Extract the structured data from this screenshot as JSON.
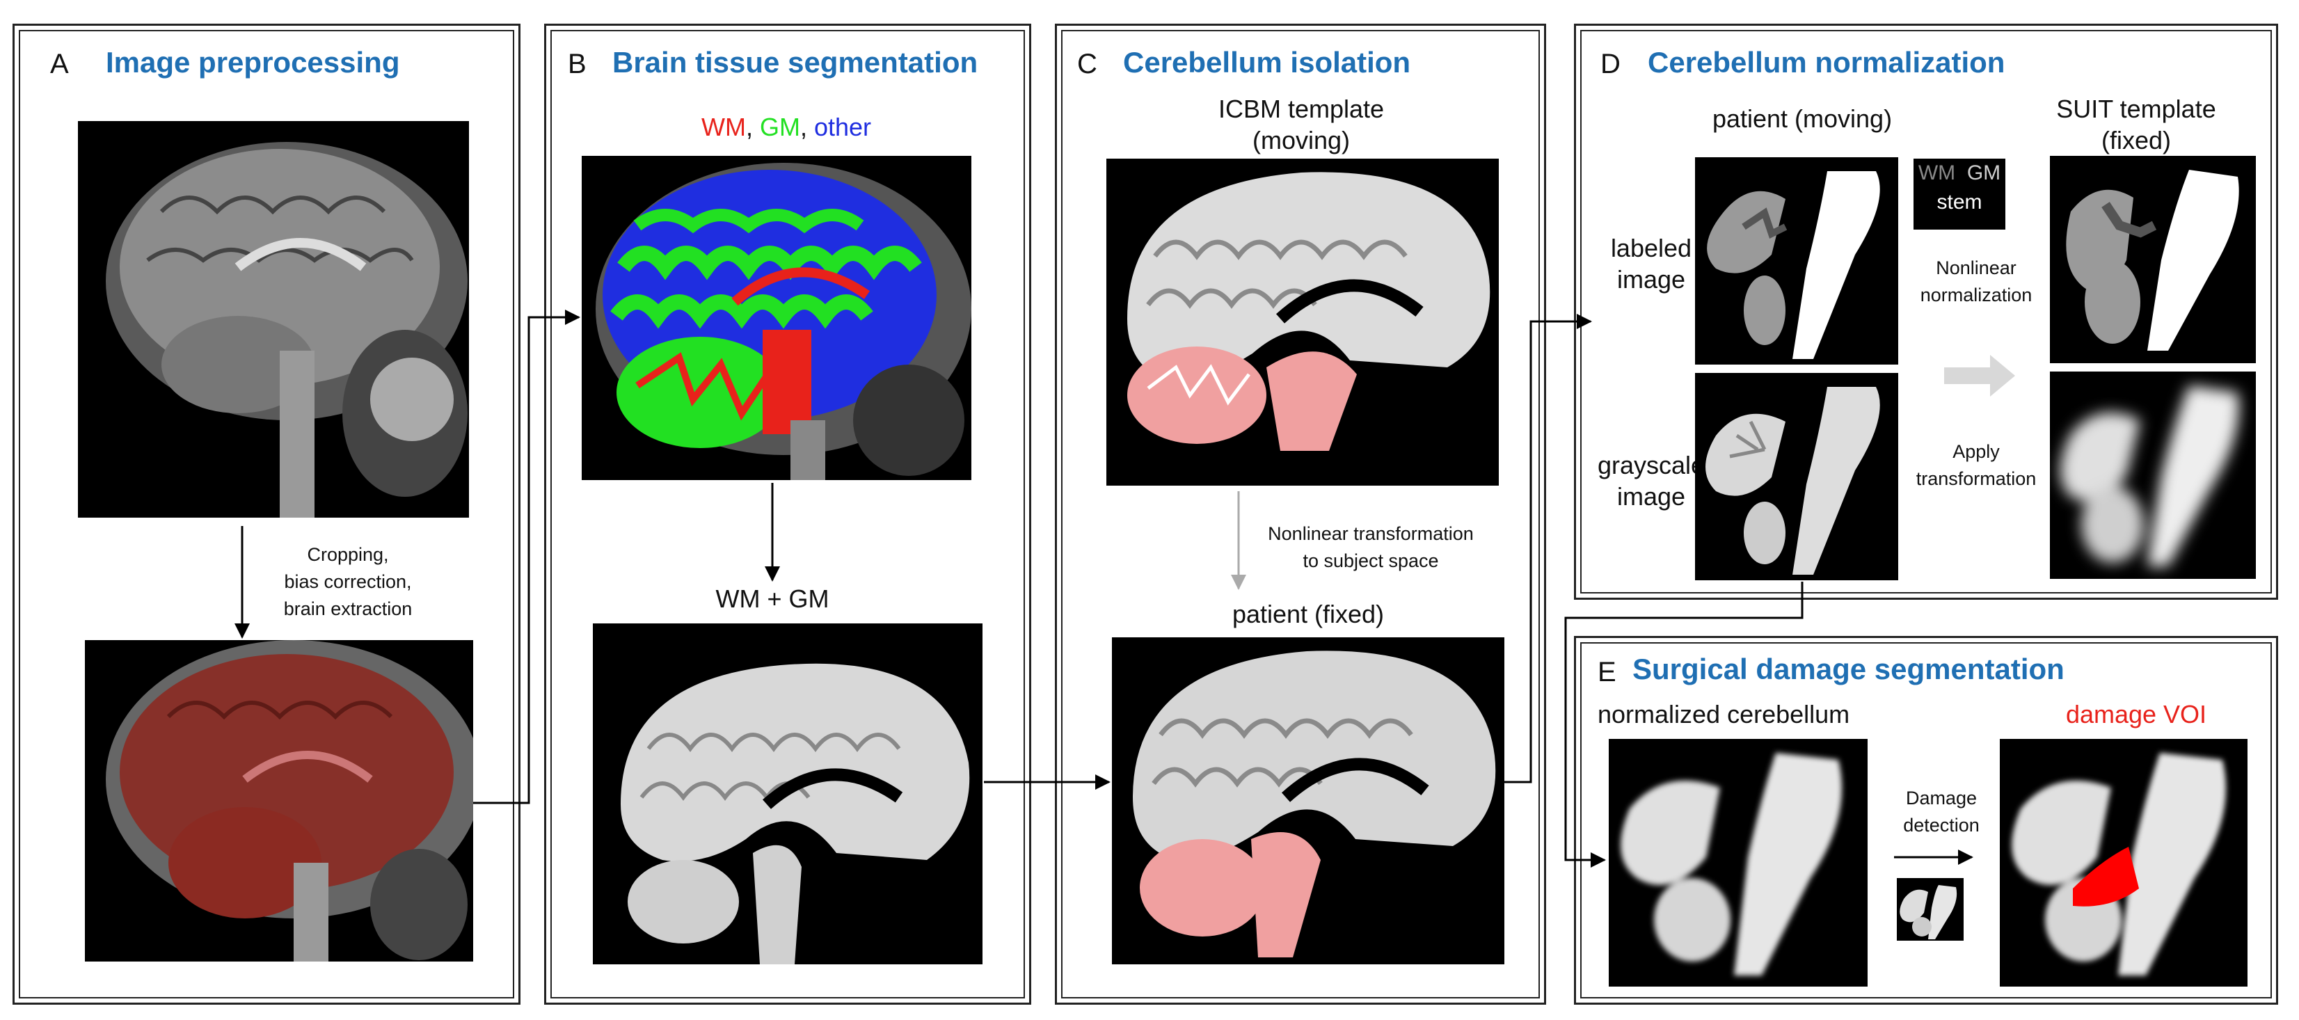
{
  "panel_a": {
    "letter": "A",
    "title": "Image preprocessing",
    "arrow_label": [
      "Cropping,",
      "bias correction,",
      "brain extraction"
    ]
  },
  "panel_b": {
    "letter": "B",
    "title": "Brain tissue segmentation",
    "legend": {
      "wm": "WM",
      "gm": "GM",
      "other": "other",
      "sep": ", ",
      "colors": {
        "wm": "#e8221b",
        "gm": "#22e022",
        "other": "#1f2ee0"
      }
    },
    "bottom_caption": "WM + GM"
  },
  "panel_c": {
    "letter": "C",
    "title": "Cerebellum isolation",
    "top_caption": [
      "ICBM template",
      "(moving)"
    ],
    "arrow_label": [
      "Nonlinear transformation",
      "to subject space"
    ],
    "bottom_caption": "patient (fixed)"
  },
  "panel_d": {
    "letter": "D",
    "title": "Cerebellum normalization",
    "col_left": "patient (moving)",
    "col_right": [
      "SUIT template",
      "(fixed)"
    ],
    "row1": [
      "labeled",
      "image"
    ],
    "row2": [
      "grayscale",
      "image"
    ],
    "legend": {
      "wm": "WM",
      "gm": "GM",
      "stem": "stem"
    },
    "step1": [
      "Nonlinear",
      "normalization"
    ],
    "step2": [
      "Apply",
      "transformation"
    ]
  },
  "panel_e": {
    "letter": "E",
    "title": "Surgical damage segmentation",
    "left_caption": "normalized cerebellum",
    "right_caption": "damage VOI",
    "right_caption_color": "#e8221b",
    "arrow_label": [
      "Damage",
      "detection"
    ]
  },
  "colors": {
    "title_blue": "#1f6fb3",
    "mask_red": "#8b2a22",
    "cerebellum_pink": "#f0a0a0",
    "damage_red": "#ff0000"
  }
}
